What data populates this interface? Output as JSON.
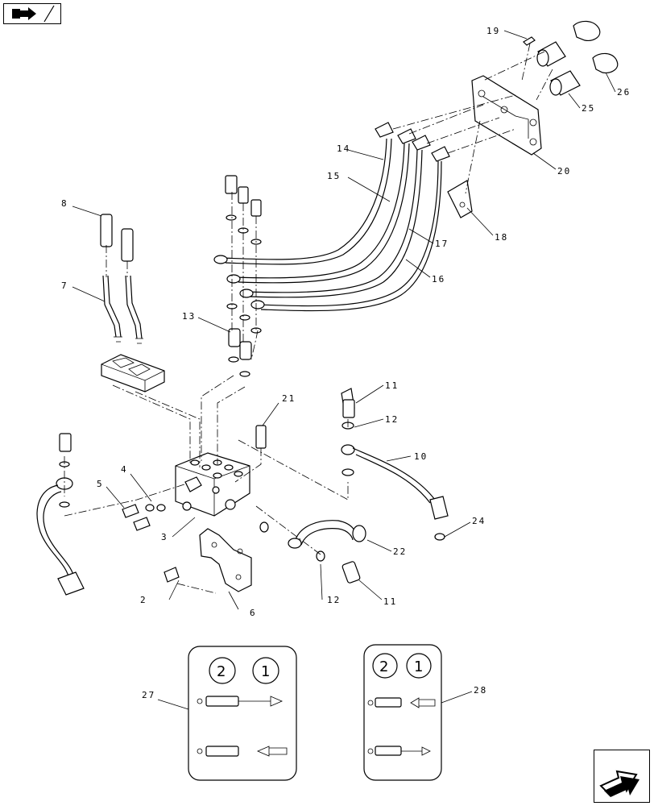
{
  "callouts": [
    "2",
    "3",
    "4",
    "5",
    "6",
    "7",
    "8",
    "10",
    "11",
    "11",
    "12",
    "12",
    "13",
    "14",
    "15",
    "16",
    "17",
    "18",
    "19",
    "20",
    "21",
    "22",
    "24",
    "25",
    "26",
    "27",
    "28"
  ],
  "decal_left": {
    "number_a": "2",
    "number_b": "1"
  },
  "decal_right": {
    "number_a": "2",
    "number_b": "1"
  },
  "icons": {
    "prev": "back-arrow-icon",
    "next": "forward-arrow-icon"
  }
}
